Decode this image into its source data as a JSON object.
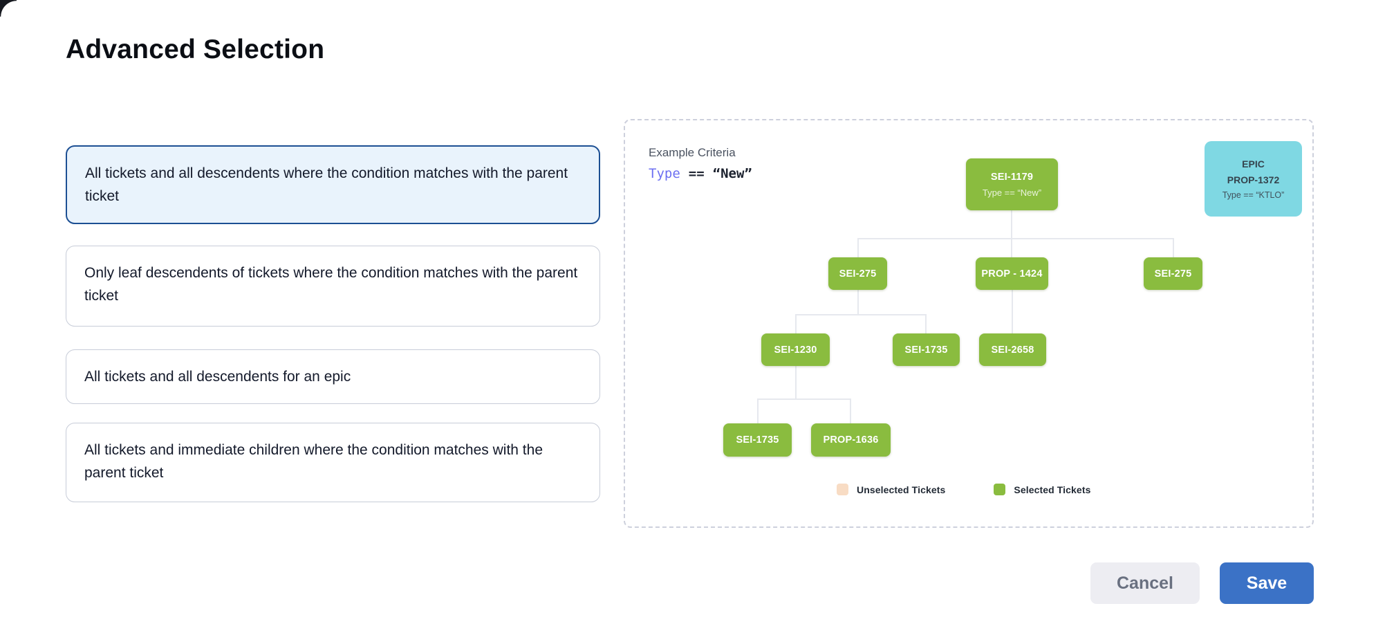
{
  "page": {
    "title": "Advanced Selection"
  },
  "options": [
    {
      "label": "All tickets and all descendents where the condition matches with the parent ticket",
      "selected": true
    },
    {
      "label": "Only leaf descendents of tickets where the condition matches with the parent ticket",
      "selected": false
    },
    {
      "label": "All tickets and all descendents for an epic",
      "selected": false
    },
    {
      "label": "All tickets and immediate children where the condition matches with the parent ticket",
      "selected": false
    }
  ],
  "example": {
    "label": "Example Criteria",
    "criteria": {
      "field": "Type",
      "operator": "==",
      "value": "“New”"
    },
    "epic_card": {
      "line1": "EPIC",
      "line2": "PROP-1372",
      "line3": "Type == “KTLO”"
    },
    "tree": {
      "root": {
        "id": "SEI-1179",
        "subtitle": "Type == “New”"
      },
      "level2": [
        "SEI-275",
        "PROP - 1424",
        "SEI-275"
      ],
      "level3": [
        "SEI-1230",
        "SEI-1735",
        "SEI-2658"
      ],
      "level4": [
        "SEI-1735",
        "PROP-1636"
      ]
    },
    "legend": [
      {
        "label": "Unselected Tickets",
        "color": "#f8dcc4"
      },
      {
        "label": "Selected Tickets",
        "color": "#8abc3f"
      }
    ]
  },
  "actions": {
    "cancel": "Cancel",
    "save": "Save"
  },
  "colors": {
    "selected_card_border": "#1c4f93",
    "selected_card_bg": "#e9f3fc",
    "node_green": "#8abc3f",
    "epic_cyan": "#7fd8e3",
    "unselected_peach": "#f8dcc4",
    "criteria_field_purple": "#6c6ff1",
    "save_blue": "#3b72c6"
  }
}
